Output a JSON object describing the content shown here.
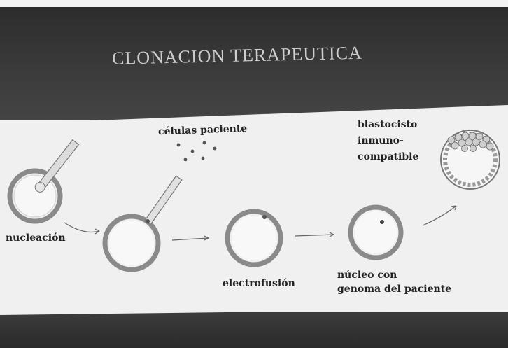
{
  "slide": {
    "title": "CLONACION TERAPEUTICA"
  },
  "labels": {
    "enucleation": "nucleación",
    "patient_cells": "células paciente",
    "electrofusion": "electrofusión",
    "nucleus_line1": "núcleo con",
    "nucleus_line2": "genoma del paciente",
    "blastocyst_line1": "blastocisto",
    "blastocyst_line2": "inmuno-",
    "blastocyst_line3": "compatible"
  },
  "colors": {
    "background_dark": "#333333",
    "panel": "#f0f0f0",
    "title_text": "#cfcfcf",
    "label_text": "#222222",
    "cell_ring": "#8a8a8a"
  }
}
